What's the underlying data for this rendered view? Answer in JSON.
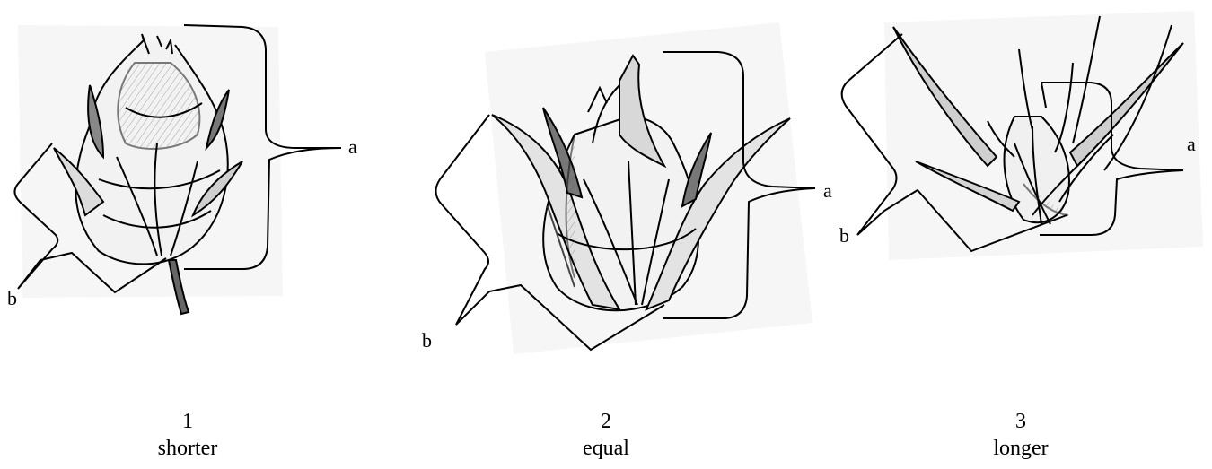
{
  "panels": [
    {
      "number": "1",
      "description": "shorter",
      "label_a": "a",
      "label_b": "b"
    },
    {
      "number": "2",
      "description": "equal",
      "label_a": "a",
      "label_b": "b"
    },
    {
      "number": "3",
      "description": "longer",
      "label_a": "a",
      "label_b": "b"
    }
  ],
  "colors": {
    "ink": "#000000",
    "paper": "#ffffff",
    "drawing_tint": "#ededed"
  }
}
